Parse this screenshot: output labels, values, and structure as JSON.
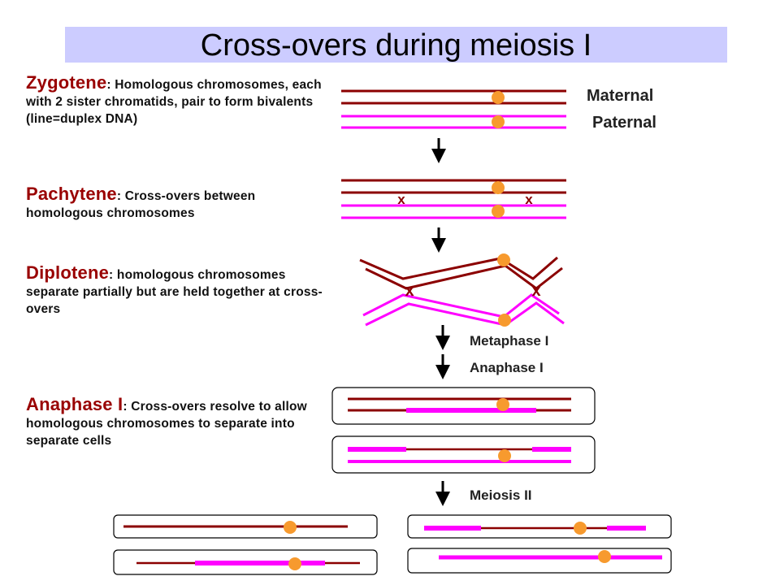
{
  "title": "Cross-overs during meiosis I",
  "colors": {
    "maternal": "#8b0000",
    "paternal": "#ff00ff",
    "centromere": "#f79a2e",
    "stage_name": "#990000",
    "title_background": "#ccccff"
  },
  "stages": [
    {
      "name": "Zygotene",
      "separator": ": ",
      "text": "Homologous chromosomes, each with 2 sister chromatids, pair to form bivalents (line=duplex DNA)"
    },
    {
      "name": "Pachytene",
      "separator": ": ",
      "text": "Cross-overs between homologous chromosomes"
    },
    {
      "name": "Diplotene",
      "separator": ": ",
      "text": "homologous chromosomes separate partially but are held together at cross-overs"
    },
    {
      "name": "Anaphase I",
      "separator": ": ",
      "text": "Cross-overs resolve to allow homologous chromosomes to separate into separate cells"
    }
  ],
  "legend": {
    "maternal": "Maternal",
    "paternal": "Paternal"
  },
  "steps": {
    "metaphase": "Metaphase I",
    "anaphase": "Anaphase I",
    "meiosis2": "Meiosis II"
  },
  "crossover_mark": "x"
}
